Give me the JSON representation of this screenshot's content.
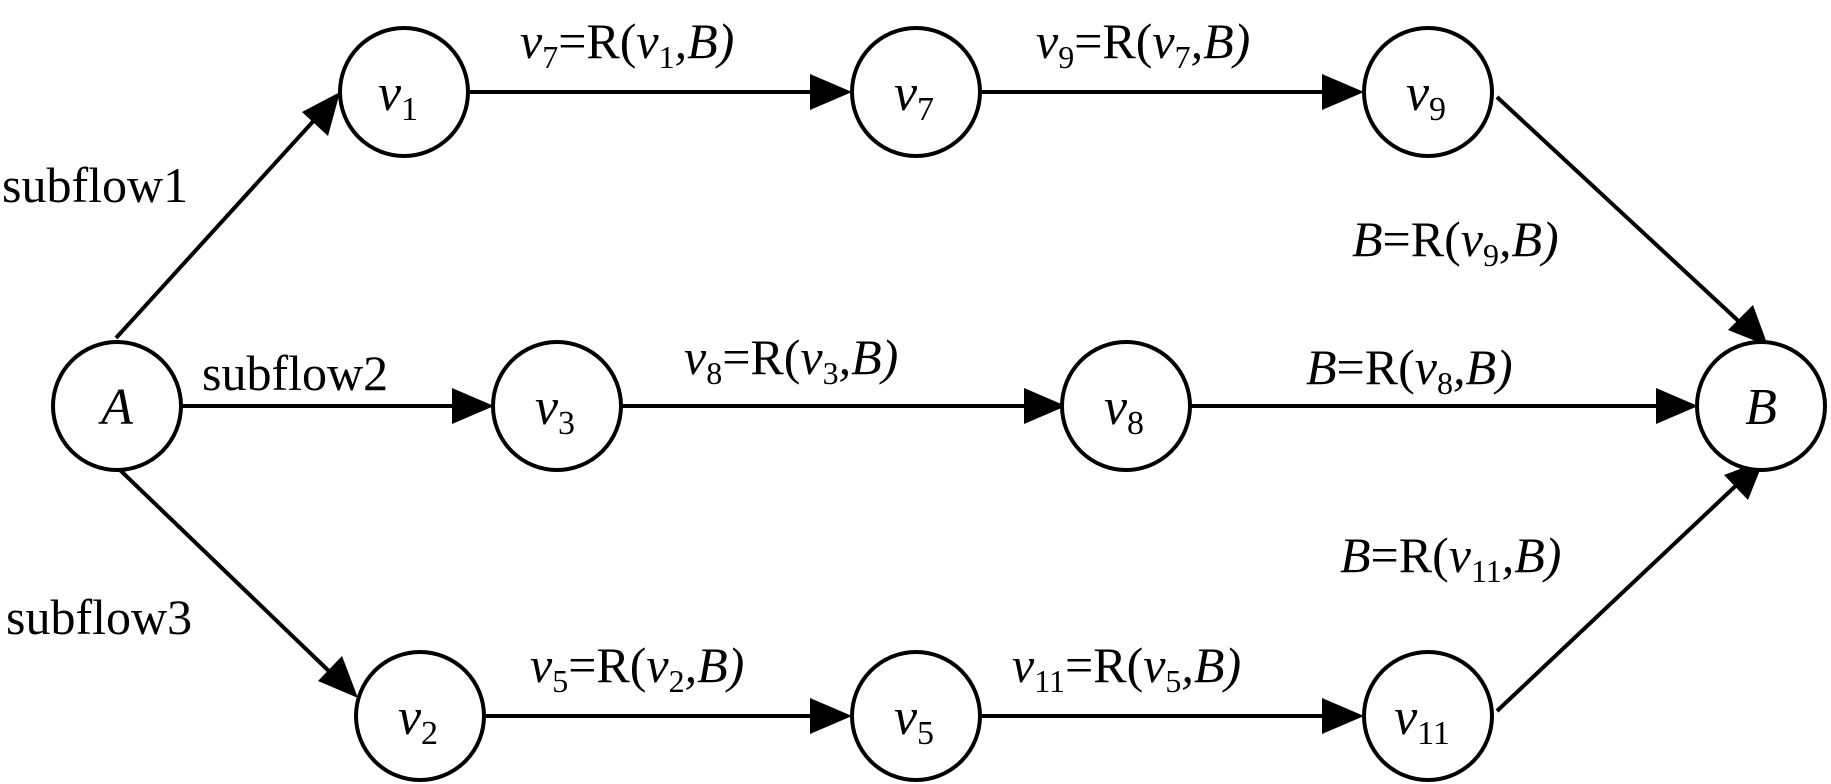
{
  "nodes": {
    "A": {
      "name": "A"
    },
    "v1": {
      "name": "v",
      "sub": "1"
    },
    "v2": {
      "name": "v",
      "sub": "2"
    },
    "v3": {
      "name": "v",
      "sub": "3"
    },
    "v5": {
      "name": "v",
      "sub": "5"
    },
    "v7": {
      "name": "v",
      "sub": "7"
    },
    "v8": {
      "name": "v",
      "sub": "8"
    },
    "v9": {
      "name": "v",
      "sub": "9"
    },
    "v11": {
      "name": "v",
      "sub": "11"
    },
    "B": {
      "name": "B"
    }
  },
  "labels": {
    "subflow1": "subflow1",
    "subflow2": "subflow2",
    "subflow3": "subflow3",
    "e_v1_v7": {
      "lhs": "v",
      "lhs_sub": "7",
      "op": "=R(",
      "arg": "v",
      "arg_sub": "1",
      "tail": ",B)"
    },
    "e_v7_v9": {
      "lhs": "v",
      "lhs_sub": "9",
      "op": "=R(",
      "arg": "v",
      "arg_sub": "7",
      "tail": ",B)"
    },
    "e_v9_B": {
      "lhs": "B",
      "lhs_sub": "",
      "op": "=R(",
      "arg": "v",
      "arg_sub": "9",
      "tail": ",B)"
    },
    "e_v3_v8": {
      "lhs": "v",
      "lhs_sub": "8",
      "op": "=R(",
      "arg": "v",
      "arg_sub": "3",
      "tail": ",B)"
    },
    "e_v8_B": {
      "lhs": "B",
      "lhs_sub": "",
      "op": "=R(",
      "arg": "v",
      "arg_sub": "8",
      "tail": ",B)"
    },
    "e_v11_B": {
      "lhs": "B",
      "lhs_sub": "",
      "op": "=R(",
      "arg": "v",
      "arg_sub": "11",
      "tail": ",B)"
    },
    "e_v2_v5": {
      "lhs": "v",
      "lhs_sub": "5",
      "op": "=R(",
      "arg": "v",
      "arg_sub": "2",
      "tail": ",B)"
    },
    "e_v5_v11": {
      "lhs": "v",
      "lhs_sub": "11",
      "op": "=R(",
      "arg": "v",
      "arg_sub": "5",
      "tail": ",B)"
    }
  }
}
